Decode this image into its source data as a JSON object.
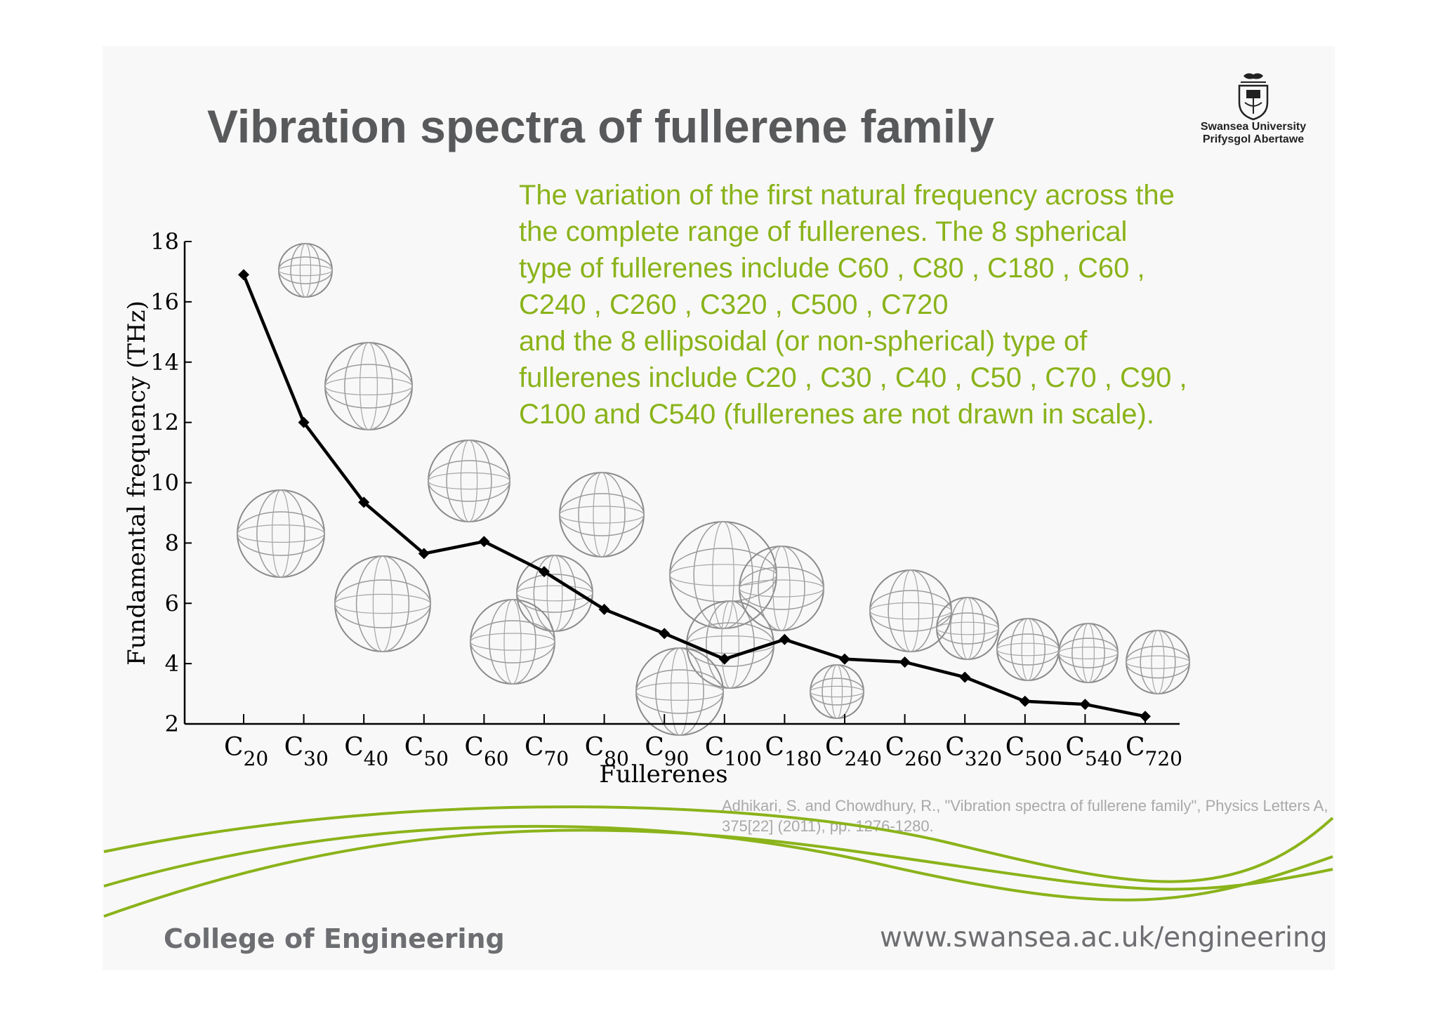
{
  "slide": {
    "title": "Vibration spectra of fullerene family",
    "university": {
      "name_en": "Swansea University",
      "name_cy": "Prifysgol Abertawe",
      "crest_icon": "university-crest-icon"
    },
    "description_lines": [
      "The variation of the first natural frequency across the",
      "the complete range of fullerenes. The 8 spherical",
      "type of fullerenes include C60 , C80 , C180 , C60 ,",
      "C240 , C260 , C320 , C500 , C720",
      " and the 8 ellipsoidal (or non-spherical) type of",
      "fullerenes include C20 , C30 , C40 , C50 , C70 , C90 ,",
      "C100  and C540  (fullerenes are not drawn in scale)."
    ],
    "citation": "Adhikari, S. and Chowdhury, R., \"Vibration spectra of fullerene family\", Physics Letters A, 375[22] (2011), pp. 1276-1280.",
    "footer_left": "College of Engineering",
    "footer_right": "www.swansea.ac.uk/engineering",
    "accent_color": "#8ab31a",
    "wave_color": "#8ab31a"
  },
  "chart_data": {
    "type": "line",
    "xlabel": "Fullerenes",
    "ylabel": "Fundamental frequency (THz)",
    "ylim": [
      2,
      18
    ],
    "yticks": [
      2,
      4,
      6,
      8,
      10,
      12,
      14,
      16,
      18
    ],
    "grid": false,
    "categories": [
      {
        "base": "C",
        "sub": "20"
      },
      {
        "base": "C",
        "sub": "30"
      },
      {
        "base": "C",
        "sub": "40"
      },
      {
        "base": "C",
        "sub": "50"
      },
      {
        "base": "C",
        "sub": "60"
      },
      {
        "base": "C",
        "sub": "70"
      },
      {
        "base": "C",
        "sub": "80"
      },
      {
        "base": "C",
        "sub": "90"
      },
      {
        "base": "C",
        "sub": "100"
      },
      {
        "base": "C",
        "sub": "180"
      },
      {
        "base": "C",
        "sub": "240"
      },
      {
        "base": "C",
        "sub": "260"
      },
      {
        "base": "C",
        "sub": "320"
      },
      {
        "base": "C",
        "sub": "500"
      },
      {
        "base": "C",
        "sub": "540"
      },
      {
        "base": "C",
        "sub": "720"
      }
    ],
    "values": [
      16.9,
      12.0,
      9.35,
      7.65,
      8.05,
      7.05,
      5.8,
      5.0,
      4.15,
      4.8,
      4.15,
      4.05,
      3.55,
      2.75,
      2.65,
      2.25
    ],
    "line_color": "#000000",
    "marker": "diamond"
  }
}
